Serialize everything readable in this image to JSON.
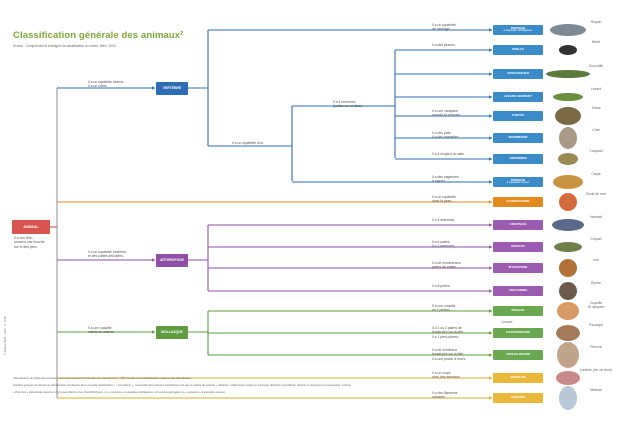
{
  "title": "Classification générale des animaux²",
  "source": "Source : Comprendre et enseigner la classification du vivant, Belin, 2004.",
  "root": {
    "label": "ANIMAL",
    "note": "Il a une tête,\nsouvent une bouche\nou/ et des yeux."
  },
  "groups": [
    {
      "label": "VERTÉBRÉ",
      "note": "Il a un squelette interne.\nIl a un crâne."
    },
    {
      "label": "ARTHROPODE",
      "note": "Il a un squelette extérieur\net des pattes articulées."
    },
    {
      "label": "MOLLUSQUE",
      "note": "Il a une coquille,\nvisible ou cachée."
    }
  ],
  "vertebrate_notes": {
    "bone": "Il a un squelette d'os.",
    "limbs": "Il a 4 membres\n(pattes ou/ et ailes)."
  },
  "leaves": [
    {
      "label": "POISSON",
      "sub": "à squelette cartilagineux",
      "note": "Il a un squelette\nde cartilage.",
      "color": "#3b8bc9",
      "animal": "Requin"
    },
    {
      "label": "OISEAU",
      "sub": "",
      "note": "Il a des plumes.",
      "color": "#3b8bc9",
      "animal": "Merle"
    },
    {
      "label": "CROCODILIEN",
      "sub": "",
      "note": "",
      "color": "#3b8bc9",
      "animal": "Crocodile"
    },
    {
      "label": "LÉZARD-SERPENT",
      "sub": "",
      "note": "",
      "color": "#3b8bc9",
      "animal": "Lézard"
    },
    {
      "label": "TORTUE",
      "sub": "",
      "note": "Il a une carapace\ndorsale et ventrale.",
      "color": "#3b8bc9",
      "animal": "Tortue"
    },
    {
      "label": "MAMMIFÈRE",
      "sub": "",
      "note": "Il a des poils.\nIl a des mamelles.",
      "color": "#3b8bc9",
      "animal": "Chat"
    },
    {
      "label": "AMPHIBIEN",
      "sub": "",
      "note": "Il a 4 doigts à la main.",
      "color": "#3b8bc9",
      "animal": "Crapaud"
    },
    {
      "label": "POISSON",
      "sub": "à squelette osseux",
      "note": "Il a des nageoires\nà rayons.",
      "color": "#3b8bc9",
      "animal": "Carpe"
    },
    {
      "label": "ÉCHINODERME",
      "sub": "",
      "note": "Il a un squelette\ndans la peau.",
      "color": "#e38a1f",
      "animal": "Étoile de mer"
    },
    {
      "label": "CRUSTACÉ",
      "sub": "",
      "note": "Il a 4 antennes.",
      "color": "#9a5bb0",
      "animal": "Homard"
    },
    {
      "label": "INSECTE",
      "sub": "",
      "note": "Il a 6 pattes.\nIl a 2 antennes.",
      "color": "#9a5bb0",
      "animal": "Criquet"
    },
    {
      "label": "MYRIAPODE",
      "sub": "",
      "note": "Il a de nombreuses\npaires de pattes.",
      "color": "#9a5bb0",
      "animal": "Iule"
    },
    {
      "label": "ARACHNIDE",
      "sub": "",
      "note": "Il a 8 pattes.",
      "color": "#9a5bb0",
      "animal": "Épeire"
    },
    {
      "label": "BIVALVE",
      "sub": "",
      "note": "Il a une coquille\nen 2 parties.",
      "color": "#6aa84f",
      "animal": "Coquille\nSt Jacques"
    },
    {
      "label": "GASTÉROPODE",
      "sub": "",
      "note": "Il a 1 ou 2 paires de\ntentacules sur la tête.\nIl a 1 pied porteur.",
      "color": "#6aa84f",
      "animal": "Escargot"
    },
    {
      "label": "CÉPHALOPODE",
      "sub": "",
      "note": "Il a de nombreux\ntentacules sur la tête.\nIl a une poche à encre.",
      "color": "#6aa84f",
      "animal": "Pieuvre"
    },
    {
      "label": "ANNÉLIDE",
      "sub": "",
      "note": "Il a un corps\navec des anneaux.",
      "color": "#e9b73a",
      "animal": "Lombric (ver de terre)"
    },
    {
      "label": "CNIDAIRE",
      "sub": "",
      "note": "Il a des filaments\nurticants.",
      "color": "#e9b73a",
      "animal": "Méduse"
    }
  ],
  "extra_animals": [
    "Limace"
  ],
  "footer": [
    "Classification simplifiée des animaux, présentée sous forme d'un arbre de parenté (voir p. 184), fondée sur la classification moderne des scientifiques.",
    "Certains groupes de l'ancienne classification ont disparu de la nouvelle classification : « Invertébrés », l'ensemble des poissons (vertébrés) n'est pas un critère de parenté. « Reptiles » (désormais réparti en 3 groupes distincts (crocodiliens, lézards et serpents) (ou squamates), tortues).",
    "« Poissons » (désormais réparti en 2 groupes distincts (les chondrichthyens, ou « poissons » à squelette cartilagineux, et les actinoptérygiens ou « poissons » à squelette osseux)."
  ],
  "credit": "© Éditions Belin – 2015 · N° 2006",
  "colors": {
    "vertebre": "#2e6db4",
    "arthropode": "#8e4fa6",
    "mollusque": "#5e9c3f",
    "annelide": "#e0aa2a",
    "echinoderme": "#e38a1f",
    "root": "#d9534f",
    "title": "#7fa83a"
  }
}
